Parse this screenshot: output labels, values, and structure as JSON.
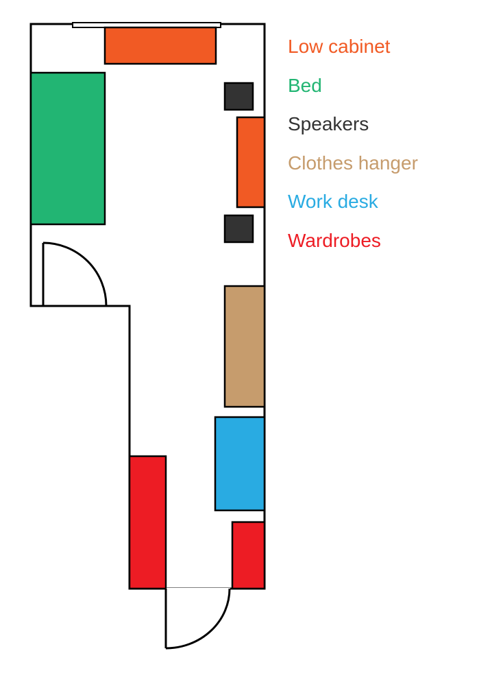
{
  "legend": [
    {
      "key": "low_cabinet",
      "label": "Low cabinet",
      "color": "#f15a24"
    },
    {
      "key": "bed",
      "label": "Bed",
      "color": "#22b573"
    },
    {
      "key": "speakers",
      "label": "Speakers",
      "color": "#333333"
    },
    {
      "key": "clothes_hanger",
      "label": "Clothes hanger",
      "color": "#c69c6d"
    },
    {
      "key": "work_desk",
      "label": "Work desk",
      "color": "#29abe2"
    },
    {
      "key": "wardrobes",
      "label": "Wardrobes",
      "color": "#ed1c24"
    }
  ],
  "colors": {
    "wall": "#000000",
    "floor": "#ffffff",
    "window": "#ffffff"
  }
}
